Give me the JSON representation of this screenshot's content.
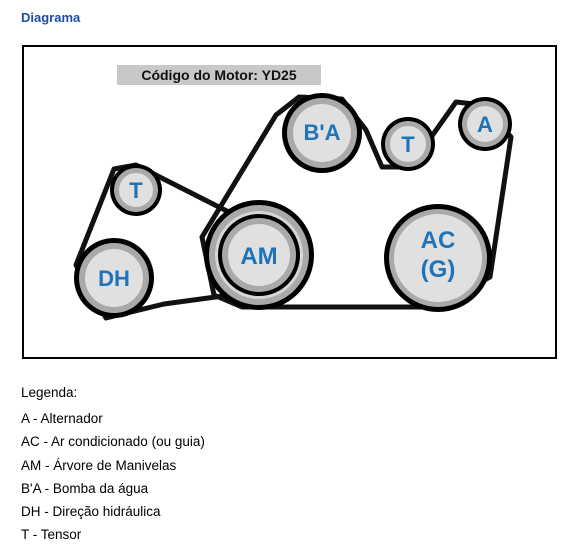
{
  "heading": "Diagrama",
  "diagram": {
    "engine_code": "Código do Motor: YD25",
    "label_color": "#1f73b8",
    "pulleys": {
      "ba": "B'A",
      "t_top": "T",
      "a": "A",
      "t_left": "T",
      "dh": "DH",
      "am": "AM",
      "ac_line1": "AC",
      "ac_line2": "(G)"
    }
  },
  "legend": {
    "title": "Legenda:",
    "items": [
      "A - Alternador",
      "AC - Ar condicionado (ou guia)",
      "AM - Árvore de Manivelas",
      "B'A - Bomba da água",
      "DH - Direção hidráulica",
      "T - Tensor"
    ]
  }
}
